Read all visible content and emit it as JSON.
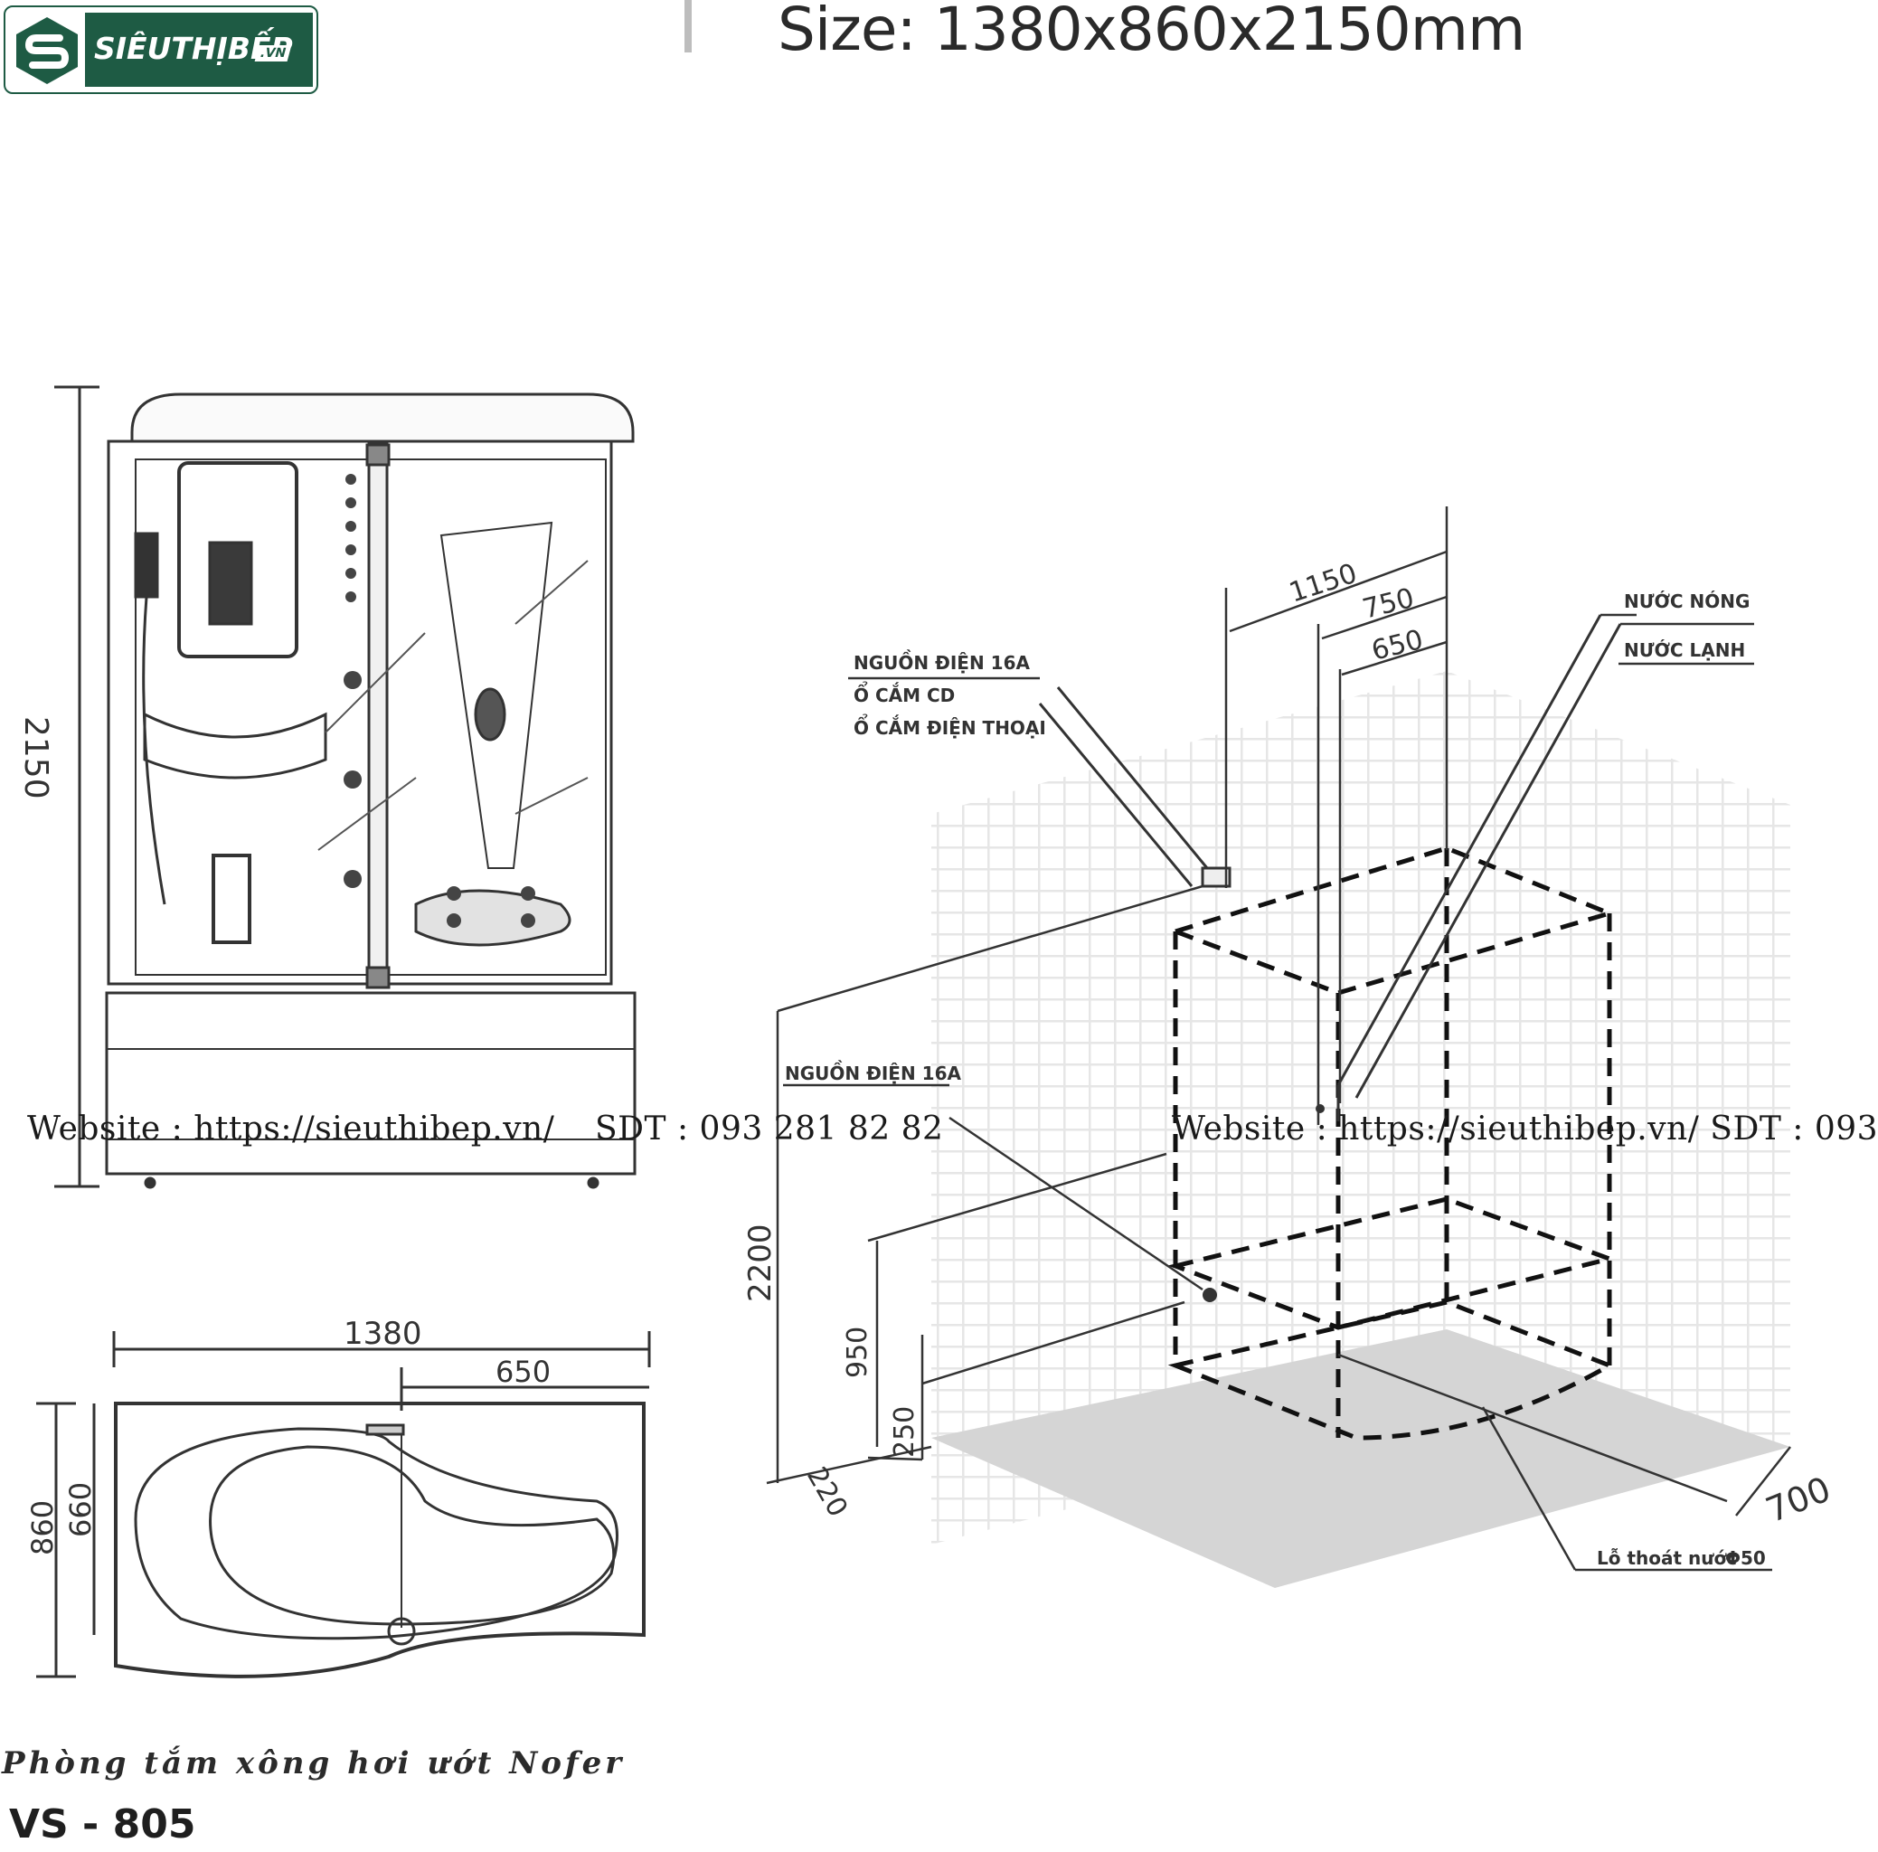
{
  "brand": {
    "name": "SIÊUTHỊBẾP",
    "tld": ".VN",
    "colors": {
      "primary": "#1e5b44",
      "accent": "#ffffff"
    }
  },
  "title": "Size: 1380x860x2150mm",
  "front_view": {
    "height_label": "2150"
  },
  "top_view": {
    "width_label": "1380",
    "offset_label": "650",
    "depth_label": "860",
    "inner_depth_label": "660"
  },
  "iso_view": {
    "dims": {
      "d1150": "1150",
      "d750": "750",
      "d650": "650",
      "d2200": "2200",
      "d950": "950",
      "d250": "250",
      "d220": "220",
      "d700": "700"
    },
    "labels": {
      "power_top": "NGUỒN ĐIỆN 16A",
      "cd_socket": "Ổ CẮM CD",
      "phone_socket": "Ổ CẮM ĐIỆN THOẠI",
      "hot_water": "NƯỚC NÓNG",
      "cold_water": "NƯỚC LẠNH",
      "power_side": "NGUỒN ĐIỆN 16A",
      "drain": "Lỗ thoát nước",
      "drain_size": "Φ50"
    }
  },
  "watermarks": {
    "left_website": "Website : https://sieuthibep.vn/",
    "left_phone": "SDT : 093 281 82 82",
    "right": "Website : https://sieuthibep.vn/ SDT : 093"
  },
  "caption": "Phòng tắm xông hơi ướt Nofer",
  "model": "VS - 805"
}
